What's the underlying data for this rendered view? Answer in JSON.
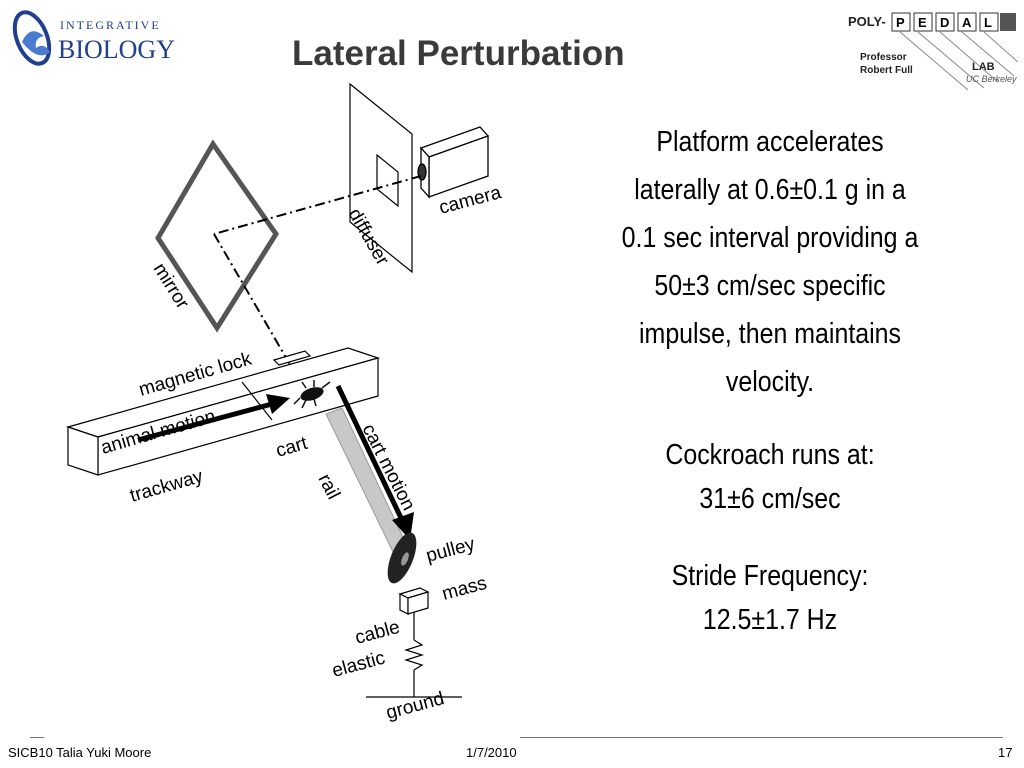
{
  "logos": {
    "left_word_top": "INTEGRATIVE",
    "left_word_bottom": "BIOLOGY",
    "right_poly": "POLY-",
    "right_letters": [
      "P",
      "E",
      "D",
      "A",
      "L"
    ],
    "right_professor": "Professor",
    "right_name": "Robert Full",
    "right_lab": "LAB",
    "right_uc": "UC Berkeley"
  },
  "title": "Lateral Perturbation",
  "diagram_labels": {
    "camera": "camera",
    "diffuser": "diffuser",
    "mirror": "mirror",
    "magnetic_lock": "magnetic lock",
    "animal_motion": "animal motion",
    "cart": "cart",
    "cart_motion": "cart motion",
    "trackway": "trackway",
    "rail": "rail",
    "pulley": "pulley",
    "mass": "mass",
    "cable": "cable",
    "elastic": "elastic",
    "ground": "ground"
  },
  "body": {
    "para1": [
      "Platform accelerates",
      "laterally at 0.6±0.1 g in a",
      "0.1 sec interval providing a",
      "50±3 cm/sec specific",
      "impulse, then maintains",
      "velocity."
    ],
    "para2": [
      "Cockroach runs at:",
      "31±6 cm/sec"
    ],
    "para3": [
      "Stride Frequency:",
      "12.5±1.7 Hz"
    ]
  },
  "footer": {
    "left": "SICB10 Talia Yuki Moore",
    "center": "1/7/2010",
    "right": "17"
  }
}
